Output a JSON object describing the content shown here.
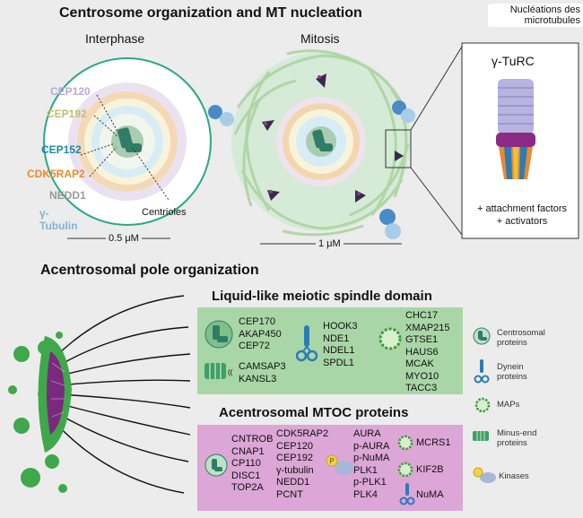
{
  "badge": "Nucléations des microtubules",
  "top": {
    "title": "Centrosome organization and MT nucleation",
    "interphase": "Interphase",
    "mitosis": "Mitosis",
    "gamma_turc": "γ-TuRC",
    "attach1": "+ attachment factors",
    "attach2": "+ activators",
    "centrioles": "Centrioles",
    "scale_left": "0.5 μM",
    "scale_mid": "1 μM",
    "layers": [
      {
        "label": "CEP120",
        "color": "#b9a8d6"
      },
      {
        "label": "CEP192",
        "color": "#c4be6a"
      },
      {
        "label": "CEP152",
        "color": "#1f8aa8"
      },
      {
        "label": "CDK5RAP2",
        "color": "#e98a2e"
      },
      {
        "label": "NEDD1",
        "color": "#9a9a9a"
      },
      {
        "label": "γ-Tubulin",
        "color": "#7fb4d8"
      }
    ]
  },
  "bottom": {
    "title": "Acentrosomal pole organization",
    "green_box": {
      "title": "Liquid-like meiotic spindle domain",
      "col1a": [
        "CEP170",
        "AKAP450",
        "CEP72"
      ],
      "col1b": [
        "CAMSAP3",
        "KANSL3"
      ],
      "col2": [
        "HOOK3",
        "NDE1",
        "NDEL1",
        "SPDL1"
      ],
      "col3": [
        "CHC17",
        "XMAP215",
        "GTSE1",
        "HAUS6",
        "MCAK",
        "MYO10",
        "TACC3"
      ]
    },
    "pink_box": {
      "title": "Acentrosomal MTOC proteins",
      "col1": [
        "CNTROB",
        "CNAP1",
        "CP110",
        "DISC1",
        "TOP2A"
      ],
      "col2": [
        "CDK5RAP2",
        "CEP120",
        "CEP192",
        "γ-tubulin",
        "NEDD1",
        "PCNT"
      ],
      "col3": [
        "AURA",
        "p-AURA",
        "p-NuMA",
        "PLK1",
        "p-PLK1",
        "PLK4"
      ],
      "mcrs1": "MCRS1",
      "kif2b": "KIF2B",
      "numa": "NuMA"
    },
    "legend": [
      "Centrosomal proteins",
      "Dynein proteins",
      "MAPs",
      "Minus-end proteins",
      "Kinases"
    ]
  }
}
